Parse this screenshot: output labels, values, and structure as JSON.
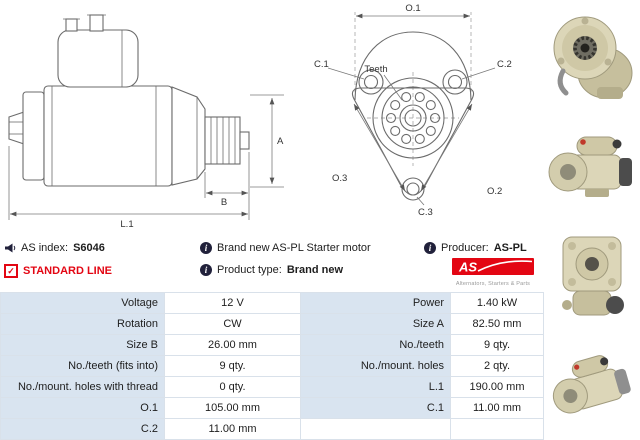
{
  "colors": {
    "accent_red": "#e30613",
    "label_cell_bg": "#d9e4f0",
    "info_icon_bg": "#21213b"
  },
  "icons": {
    "info": "i",
    "check": "✓"
  },
  "info": {
    "as_index_label": "AS index:",
    "as_index_value": "S6046",
    "standard_line_label": "STANDARD LINE",
    "brand_new_text": "Brand new AS-PL Starter motor",
    "product_type_label": "Product type:",
    "product_type_value": "Brand new",
    "producer_label": "Producer:",
    "producer_value": "AS-PL",
    "logo_text": "AS",
    "logo_subtext": "Alternators, Starters & Parts"
  },
  "drawing": {
    "side": {
      "dim_a": "A",
      "dim_b": "B",
      "dim_l1": "L.1"
    },
    "front": {
      "dim_o1": "O.1",
      "dim_c1": "C.1",
      "dim_c2": "C.2",
      "teeth_label": "Teeth",
      "dim_o3": "O.3",
      "dim_o2": "O.2",
      "dim_c3": "C.3"
    }
  },
  "spec_table": {
    "rows": [
      {
        "l1": "Voltage",
        "v1": "12 V",
        "l2": "Power",
        "v2": "1.40 kW"
      },
      {
        "l1": "Rotation",
        "v1": "CW",
        "l2": "Size A",
        "v2": "82.50 mm"
      },
      {
        "l1": "Size B",
        "v1": "26.00 mm",
        "l2": "No./teeth",
        "v2": "9 qty."
      },
      {
        "l1": "No./teeth (fits into)",
        "v1": "9 qty.",
        "l2": "No./mount. holes",
        "v2": "2 qty."
      },
      {
        "l1": "No./mount. holes with thread",
        "v1": "0 qty.",
        "l2": "L.1",
        "v2": "190.00 mm"
      },
      {
        "l1": "O.1",
        "v1": "105.00 mm",
        "l2": "C.1",
        "v2": "11.00 mm"
      },
      {
        "l1": "C.2",
        "v1": "11.00 mm",
        "l2": "",
        "v2": ""
      }
    ]
  }
}
